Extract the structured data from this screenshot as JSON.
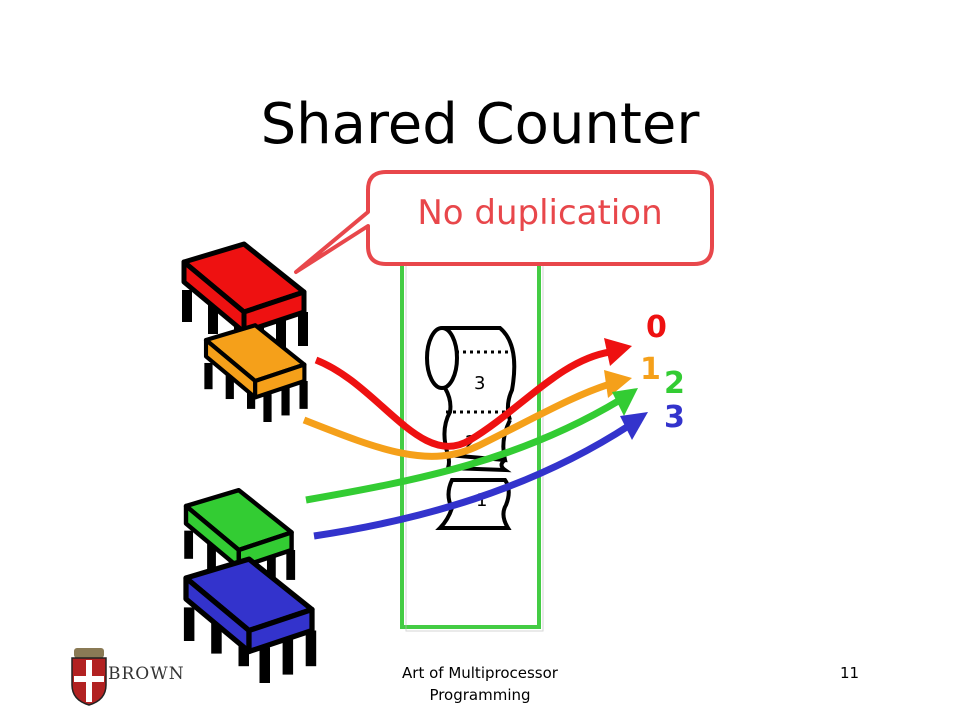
{
  "slide": {
    "title": "Shared Counter",
    "callout": "No duplication",
    "roll_labels": [
      "3",
      "2",
      "1"
    ],
    "values": [
      "0",
      "1",
      "2",
      "3"
    ],
    "footer": {
      "logo_text": "BROWN",
      "course_line1": "Art of Multiprocessor",
      "course_line2": "Programming",
      "slide_number": "11"
    }
  },
  "colors": {
    "thread_red": "#ee1111",
    "thread_orange": "#f5a01a",
    "thread_green": "#33cc33",
    "thread_blue": "#3333cc",
    "callout": "#e8474b",
    "box_border": "#44cc44",
    "zero": "#ee1111"
  },
  "icons": [
    "processor-chip-icon",
    "paper-roll-icon",
    "brown-shield-icon"
  ]
}
